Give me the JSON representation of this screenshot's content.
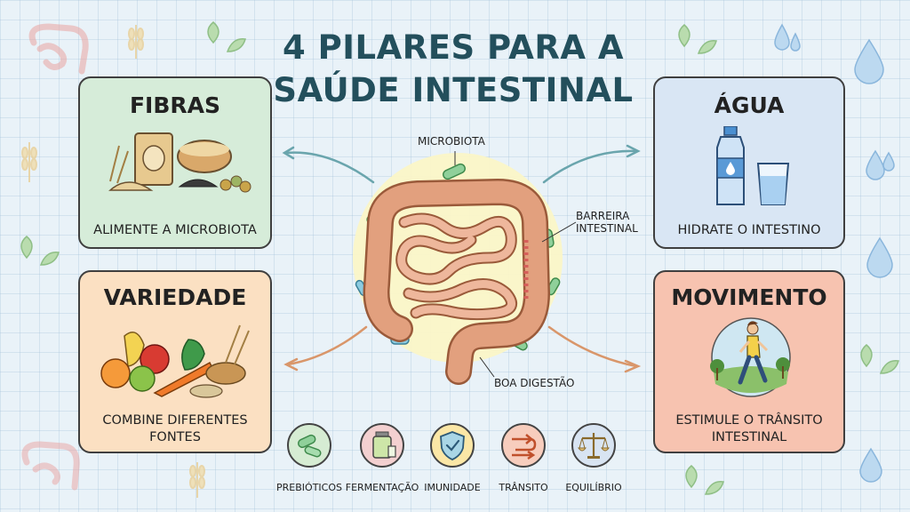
{
  "title_line1": "4 PILARES PARA A",
  "title_line2": "SAÚDE INTESTINAL",
  "cards": {
    "fibras": {
      "title": "FIBRAS",
      "subtitle": "ALIMENTE A MICROBIOTA",
      "color": "#d6ecd9"
    },
    "agua": {
      "title": "ÁGUA",
      "subtitle": "HIDRATE O INTESTINO",
      "color": "#d9e6f4"
    },
    "variedade": {
      "title": "VARIEDADE",
      "subtitle_line1": "COMBINE DIFERENTES",
      "subtitle_line2": "FONTES",
      "color": "#fbe0c2"
    },
    "movimento": {
      "title": "MOVIMENTO",
      "subtitle_line1": "ESTIMULE O TRÂNSITO",
      "subtitle_line2": "INTESTINAL",
      "color": "#f7c3b0"
    }
  },
  "center_labels": {
    "microbiota": "MICROBIOTA",
    "barreira_line1": "BARREIRA",
    "barreira_line2": "INTESTINAL",
    "digestao": "BOA DIGESTÃO"
  },
  "pillars": [
    {
      "label": "PREBIÓTICOS",
      "icon": "bacteria-icon",
      "color": "#d6ecd3"
    },
    {
      "label": "FERMENTAÇÃO",
      "icon": "jar-icon",
      "color": "#f3d0d0"
    },
    {
      "label": "IMUNIDADE",
      "icon": "shield-icon",
      "color": "#fbe7a6"
    },
    {
      "label": "TRÂNSITO",
      "icon": "transit-arrows-icon",
      "color": "#f7cdbd"
    },
    {
      "label": "EQUILÍBRIO",
      "icon": "scale-icon",
      "color": "#d8e4f2"
    }
  ]
}
